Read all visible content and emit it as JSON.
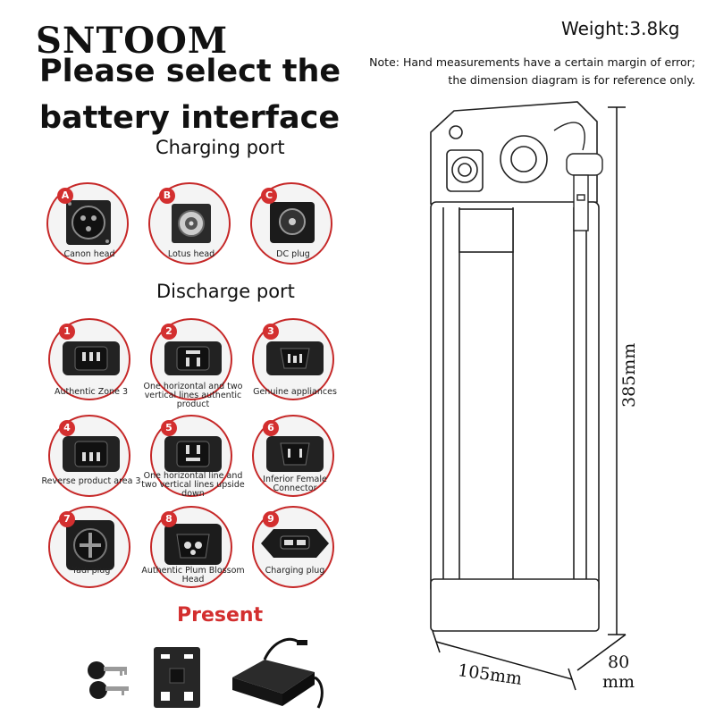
{
  "brand": "SNTOOM",
  "headline": [
    "Please select the",
    "battery interface"
  ],
  "weight": "Weight:3.8kg",
  "note": [
    "Note: Hand measurements have a certain margin of error;",
    "the dimension diagram is for reference only."
  ],
  "charging": {
    "title": "Charging port",
    "items": [
      {
        "badge": "A",
        "label": "Canon head"
      },
      {
        "badge": "B",
        "label": "Lotus head"
      },
      {
        "badge": "C",
        "label": "DC plug"
      }
    ]
  },
  "discharge": {
    "title": "Discharge port",
    "items": [
      {
        "badge": "1",
        "label": "Authentic Zone 3"
      },
      {
        "badge": "2",
        "label": "One horizontal and two vertical lines authentic product"
      },
      {
        "badge": "3",
        "label": "Genuine appliances"
      },
      {
        "badge": "4",
        "label": "Reverse product area 3"
      },
      {
        "badge": "5",
        "label": "One horizontal line and two vertical lines upside down"
      },
      {
        "badge": "6",
        "label": "Inferior Female Connector"
      },
      {
        "badge": "7",
        "label": "Yadi plug"
      },
      {
        "badge": "8",
        "label": "Authentic Plum Blossom Head"
      },
      {
        "badge": "9",
        "label": "Charging plug"
      }
    ]
  },
  "present": {
    "title": "Present"
  },
  "dimensions": {
    "height": "385mm",
    "width": "105mm",
    "depth": [
      "80",
      "mm"
    ]
  },
  "colors": {
    "accent": "#d32f2f",
    "ink": "#111111"
  }
}
